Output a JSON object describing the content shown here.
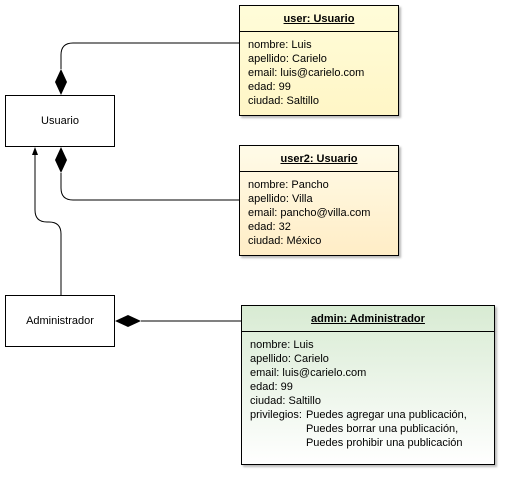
{
  "classes": {
    "usuario": "Usuario",
    "administrador": "Administrador"
  },
  "objects": {
    "user": {
      "title": "user: Usuario",
      "attributes": [
        "nombre: Luis",
        "apellido: Carielo",
        "email: luis@carielo.com",
        "edad: 99",
        "ciudad: Saltillo"
      ]
    },
    "user2": {
      "title": "user2: Usuario",
      "attributes": [
        "nombre: Pancho",
        "apellido: Villa",
        "email: pancho@villa.com",
        "edad: 32",
        "ciudad: México"
      ]
    },
    "admin": {
      "title": "admin: Administrador",
      "attributes": [
        "nombre: Luis",
        "apellido: Carielo",
        "email: luis@carielo.com",
        "edad: 99",
        "ciudad: Saltillo"
      ],
      "privileges_label": "privilegios:",
      "privileges": [
        "Puedes agregar una publicación,",
        "Puedes borrar una publicación,",
        "Puedes prohibir una publicación"
      ]
    }
  }
}
